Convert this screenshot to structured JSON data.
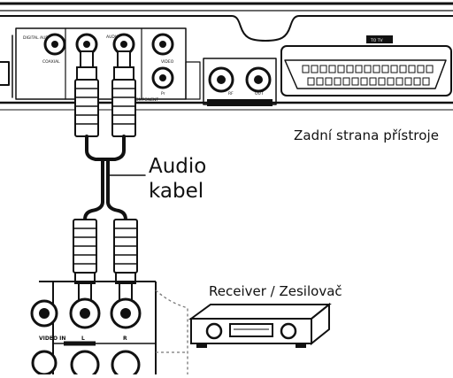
{
  "labels": {
    "rear_panel": "Zadní strana přístroje",
    "cable_line1": "Audio",
    "cable_line2": "kabel",
    "receiver": "Receiver / Zesilovač"
  },
  "panel_labels": {
    "digital_audio": "DIGITAL AUDIO",
    "coaxial": "COAXIAL",
    "audio": "AUDIO",
    "video": "VIDEO",
    "pr": "Pr",
    "component": "COMPONENT",
    "scart": "TO TV",
    "rf": "RF",
    "out": "OUT"
  },
  "receiver_panel": {
    "video_in": "VIDEO IN",
    "left": "L",
    "right": "R"
  }
}
